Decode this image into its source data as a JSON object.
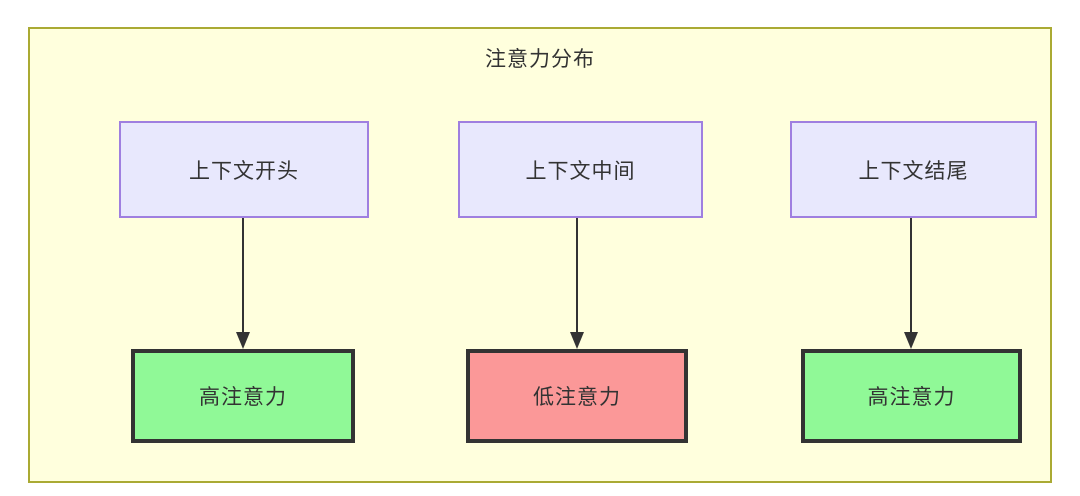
{
  "diagram": {
    "title": "注意力分布",
    "container_fill": "#ffffdd",
    "container_stroke": "#aaaa33",
    "nodes": [
      {
        "id": "ctx-start",
        "label": "上下文开头",
        "fill": "#e8e8fd",
        "stroke": "#9f7fe0",
        "row": "top"
      },
      {
        "id": "ctx-middle",
        "label": "上下文中间",
        "fill": "#e8e8fd",
        "stroke": "#9f7fe0",
        "row": "top"
      },
      {
        "id": "ctx-end",
        "label": "上下文结尾",
        "fill": "#e8e8fd",
        "stroke": "#9f7fe0",
        "row": "top"
      },
      {
        "id": "att-start",
        "label": "高注意力",
        "fill": "#90f997",
        "stroke": "#333333",
        "row": "bottom"
      },
      {
        "id": "att-middle",
        "label": "低注意力",
        "fill": "#fb9898",
        "stroke": "#333333",
        "row": "bottom"
      },
      {
        "id": "att-end",
        "label": "高注意力",
        "fill": "#90f997",
        "stroke": "#333333",
        "row": "bottom"
      }
    ],
    "edges": [
      {
        "id": "edge-1",
        "from": "ctx-start",
        "to": "att-start",
        "label": "",
        "arrow": "down-arrow"
      },
      {
        "id": "edge-2",
        "from": "ctx-middle",
        "to": "att-middle",
        "label": "",
        "arrow": "down-arrow"
      },
      {
        "id": "edge-3",
        "from": "ctx-end",
        "to": "att-end",
        "label": "",
        "arrow": "down-arrow"
      }
    ]
  }
}
